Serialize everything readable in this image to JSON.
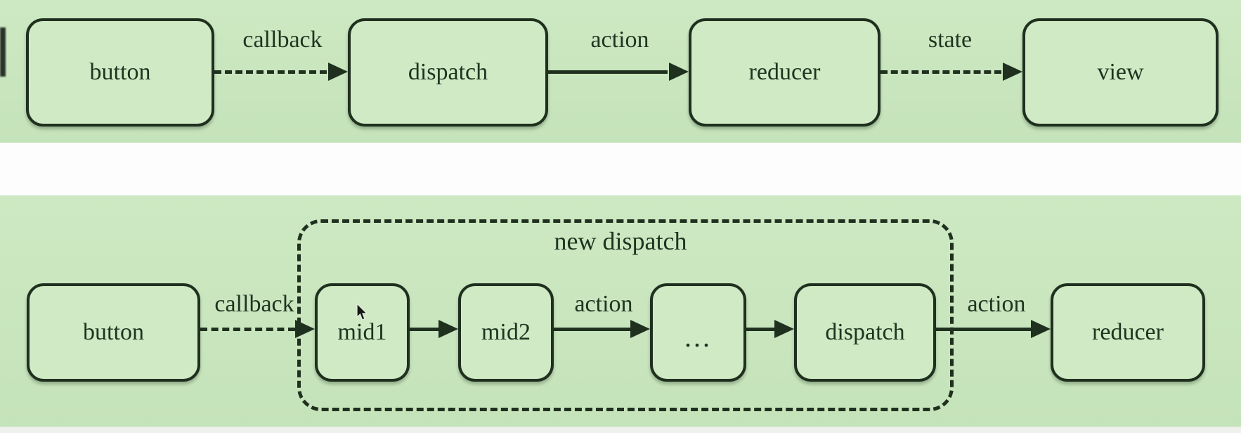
{
  "scene": {
    "colors": {
      "bg": "#cde9c3",
      "bg2": "#c5e3ba",
      "fill": "#cfeac4",
      "line": "#20301f",
      "text": "#1f3420",
      "gap": "#fdfdfd",
      "footer": "#eef1ec"
    }
  },
  "top_flow": {
    "nodes": [
      {
        "label": "button"
      },
      {
        "label": "dispatch"
      },
      {
        "label": "reducer"
      },
      {
        "label": "view"
      }
    ],
    "edges": [
      {
        "label": "callback",
        "style": "dashed"
      },
      {
        "label": "action",
        "style": "solid"
      },
      {
        "label": "state",
        "style": "dashed"
      }
    ]
  },
  "bottom_flow": {
    "group_label": "new dispatch",
    "nodes": [
      {
        "label": "button"
      },
      {
        "label": "mid1"
      },
      {
        "label": "mid2"
      },
      {
        "label": "..."
      },
      {
        "label": "dispatch"
      },
      {
        "label": "reducer"
      }
    ],
    "edges": [
      {
        "label": "callback",
        "style": "dashed"
      },
      {
        "label": "",
        "style": "solid"
      },
      {
        "label": "action",
        "style": "solid"
      },
      {
        "label": "",
        "style": "solid"
      },
      {
        "label": "action",
        "style": "solid"
      }
    ]
  }
}
